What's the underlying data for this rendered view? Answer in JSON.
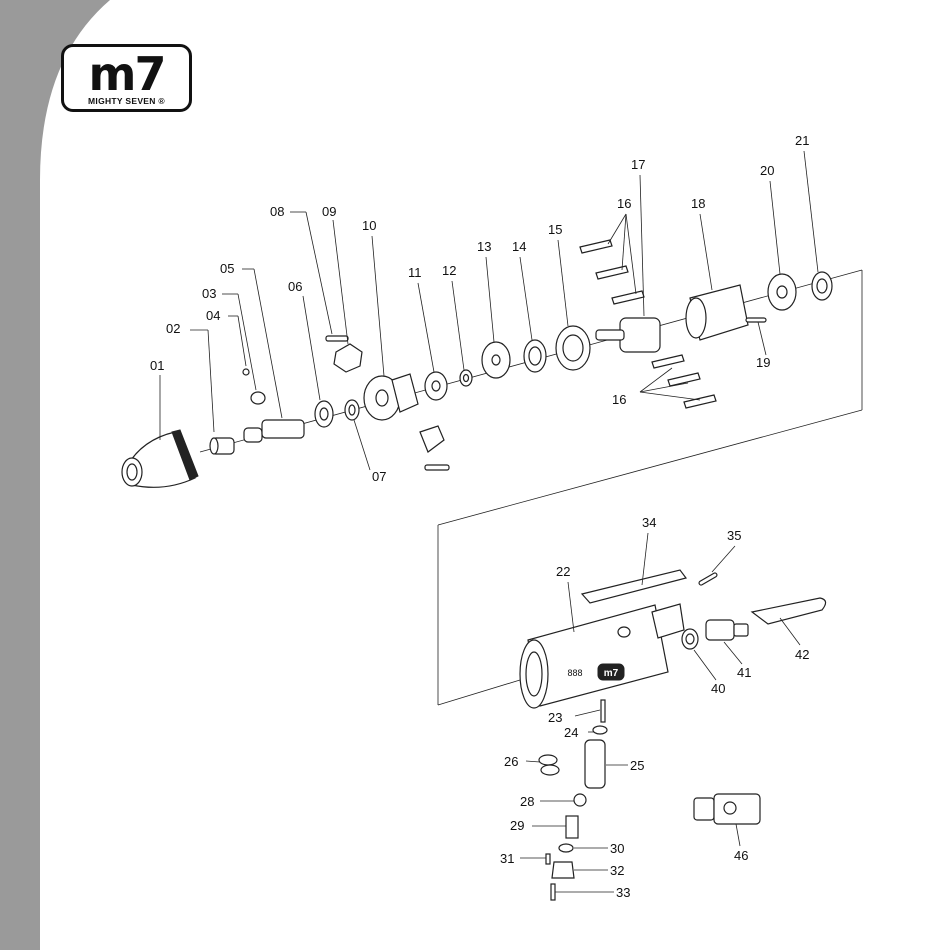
{
  "brand": {
    "logo_mark": "m7",
    "logo_text": "MIGHTY SEVEN",
    "registered": "®"
  },
  "housing": {
    "marking": "888",
    "badge": "m7"
  },
  "callouts": [
    "01",
    "02",
    "03",
    "04",
    "05",
    "06",
    "07",
    "08",
    "09",
    "10",
    "11",
    "12",
    "13",
    "14",
    "15",
    "16",
    "16",
    "17",
    "18",
    "19",
    "20",
    "21",
    "22",
    "23",
    "24",
    "25",
    "26",
    "28",
    "29",
    "30",
    "31",
    "32",
    "33",
    "34",
    "35",
    "40",
    "41",
    "42",
    "46"
  ]
}
